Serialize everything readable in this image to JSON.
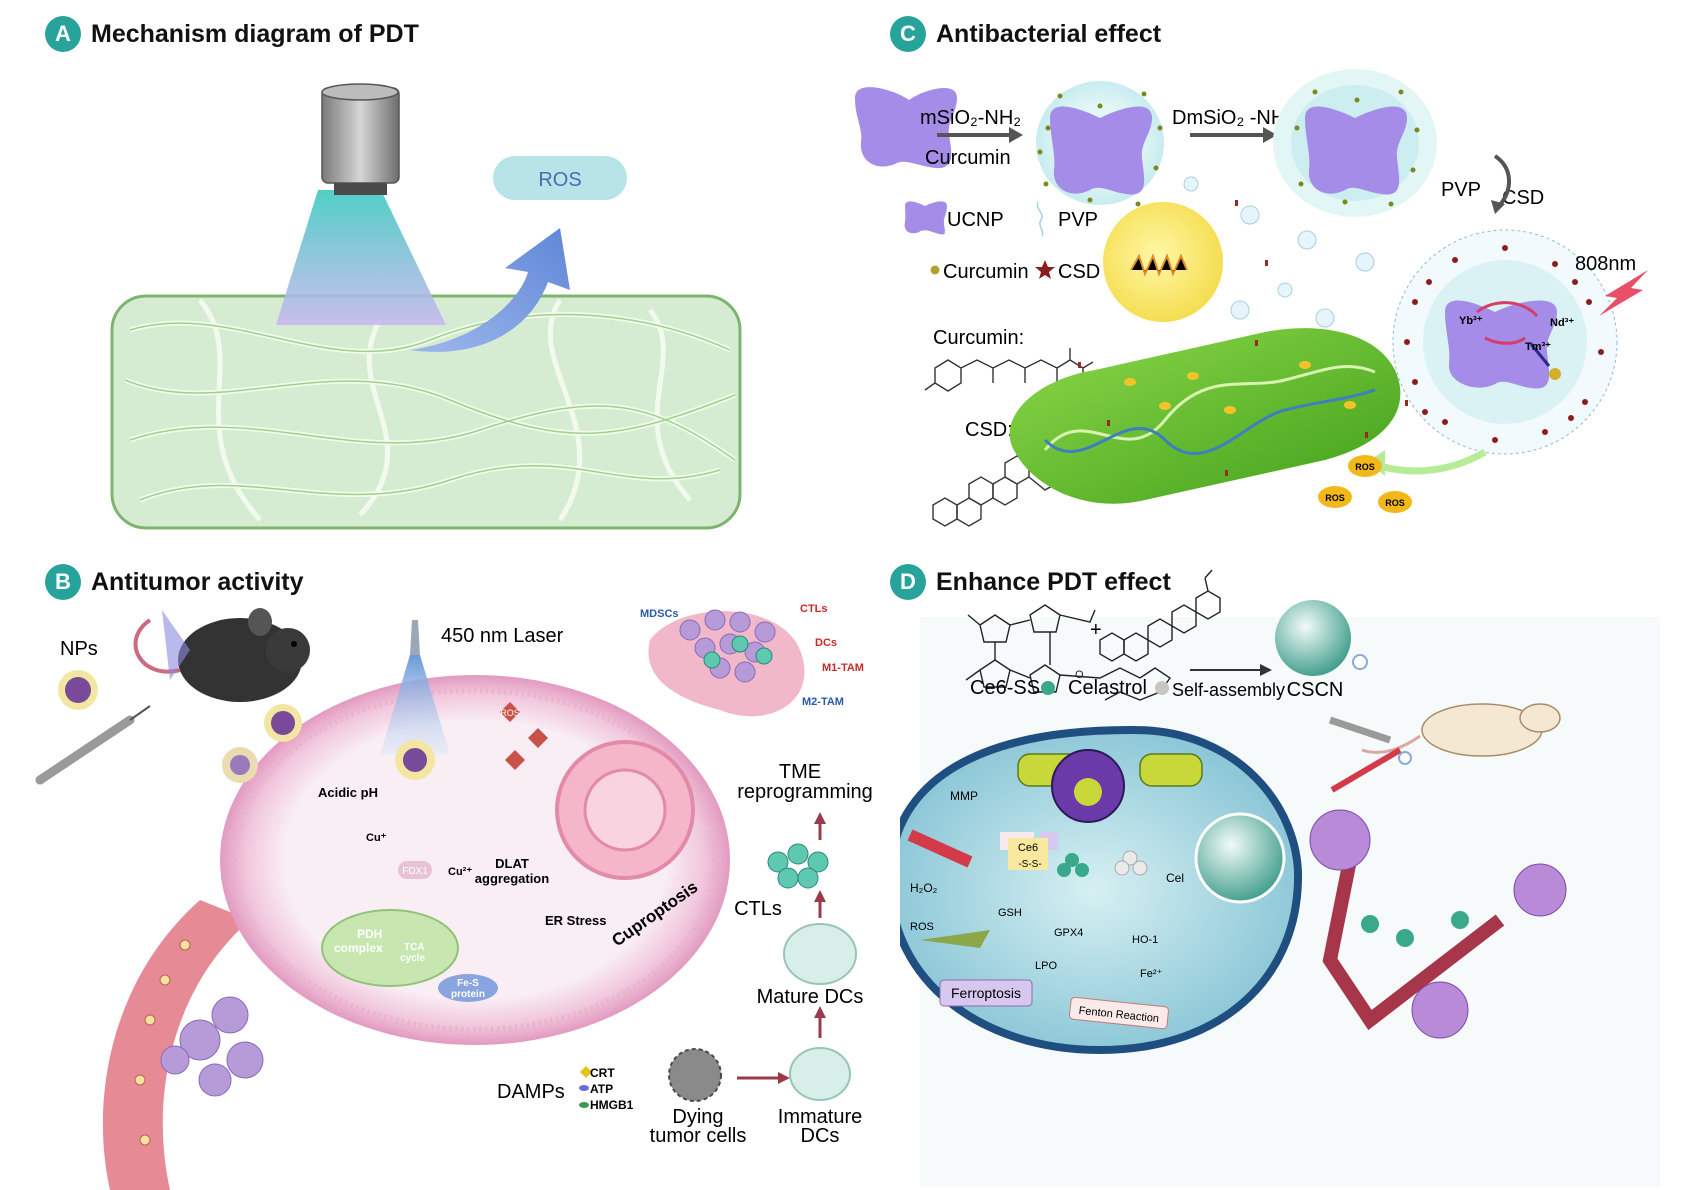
{
  "panels": {
    "a": {
      "letter": "A",
      "title": "Mechanism diagram of PDT",
      "ros": "ROS"
    },
    "b": {
      "letter": "B",
      "title": "Antitumor activity",
      "labels": {
        "nps": "NPs",
        "laser": "450 nm Laser",
        "acidic_ph": "Acidic pH",
        "cu_plus": "Cu⁺",
        "cu2_plus": "Cu²⁺",
        "fdx1": "FDX1",
        "dlat": "DLAT",
        "aggregation": "aggregation",
        "er_stress": "ER Stress",
        "pdh_complex_1": "PDH",
        "pdh_complex_2": "complex",
        "tca_cycle_1": "TCA",
        "tca_cycle_2": "cycle",
        "fes_protein_1": "Fe-S",
        "fes_protein_2": "protein",
        "ros": "ROS",
        "cuproptosis": "Cuproptosis",
        "damps": "DAMPs",
        "crt": "CRT",
        "atp": "ATP",
        "hmgb1": "HMGB1",
        "dying_1": "Dying",
        "dying_2": "tumor cells",
        "immature_1": "Immature",
        "immature_2": "DCs",
        "mature_dcs": "Mature DCs",
        "ctls": "CTLs",
        "tme_1": "TME",
        "tme_2": "reprogramming",
        "mdscs": "MDSCs",
        "tme_ctls": "CTLs",
        "tme_dcs": "DCs",
        "m1_tam": "M1-TAM",
        "m2_tam": "M2-TAM"
      }
    },
    "c": {
      "letter": "C",
      "title": "Antibacterial effect",
      "labels": {
        "msio2": "mSiO₂-NH₂",
        "curcumin_step": "Curcumin",
        "dmsio2": "DmSiO₂ -NH₂",
        "pvp_step": "PVP",
        "csd_step": "CSD",
        "legend_ucnp": "UCNP",
        "legend_pvp": "PVP",
        "legend_curcumin": "Curcumin",
        "legend_csd": "CSD",
        "curcumin_struct": "Curcumin:",
        "csd_struct": "CSD:",
        "nm808": "808nm",
        "yb": "Yb³⁺",
        "nd": "Nd³⁺",
        "tm": "Tm³⁺",
        "ros": "ROS"
      }
    },
    "d": {
      "letter": "D",
      "title": "Enhance PDT effect",
      "labels": {
        "ce6ss": "Ce6-SS",
        "celastrol": "Celastrol",
        "self_assembly": "Self-assembly",
        "cscn": "CSCN",
        "mmp": "MMP",
        "ce6": "Ce6",
        "ss": "-S-S-",
        "cel": "Cel",
        "h2o2": "H₂O₂",
        "ros": "ROS",
        "gsh": "GSH",
        "gpx4": "GPX4",
        "ho1": "HO-1",
        "lpo": "LPO",
        "fe2": "Fe²⁺",
        "ferroptosis": "Ferroptosis",
        "fenton": "Fenton Reaction"
      }
    }
  },
  "colors": {
    "badge": "#27a39b",
    "tissue": "#d6ecd2",
    "ucnp": "#a48ce8",
    "bacteria": "#5dbb27",
    "cell_fill": "#b9e2e8",
    "arrow_red": "#d62a2a"
  }
}
